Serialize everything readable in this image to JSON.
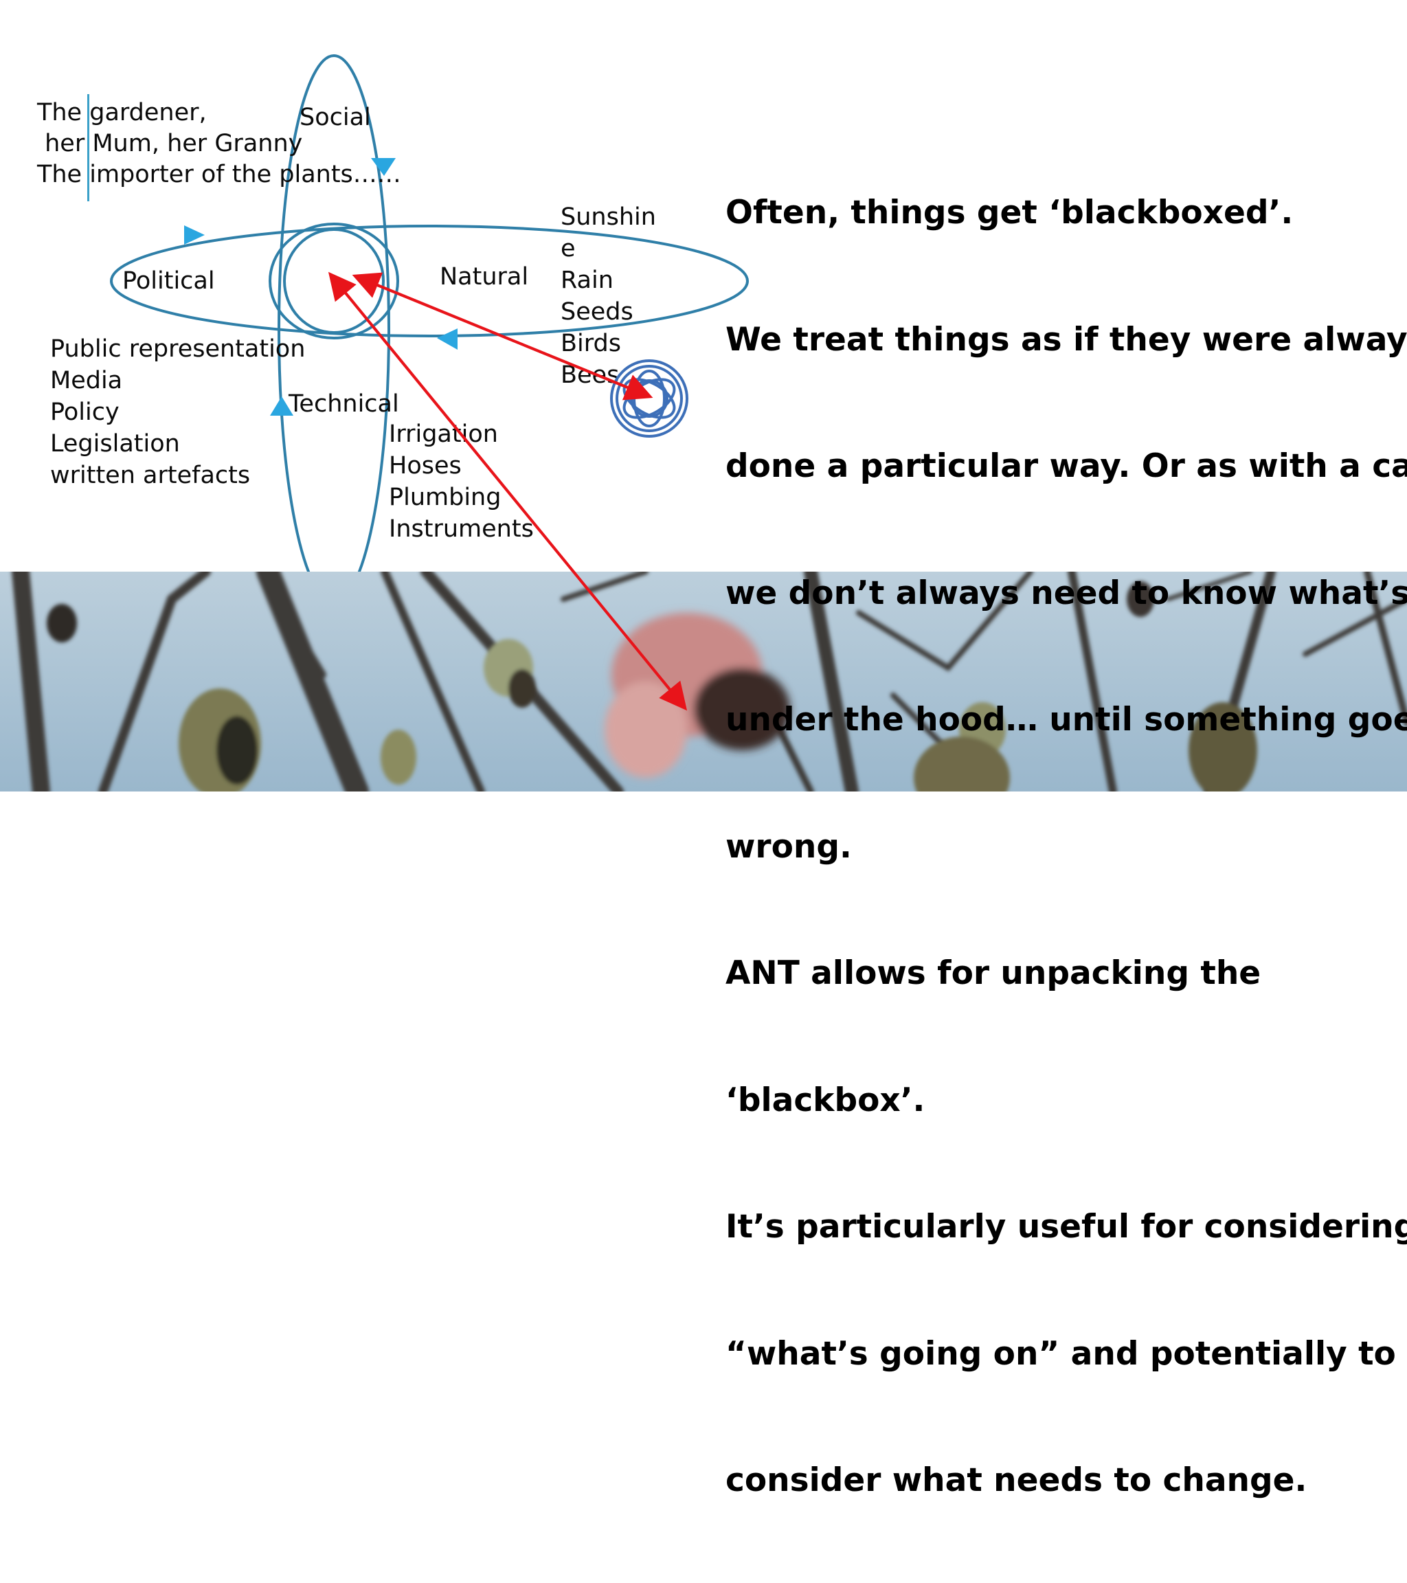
{
  "diagram": {
    "labels": {
      "social": "Social",
      "political": "Political",
      "natural": "Natural",
      "technical": "Technical"
    },
    "social_text": [
      "The gardener,",
      " her Mum, her Granny",
      "The importer of the plants……"
    ],
    "political_text": [
      "Public representation",
      "Media",
      "Policy",
      "Legislation",
      "written artefacts"
    ],
    "natural_text": [
      "Sunshin",
      "e",
      "Rain",
      "Seeds",
      "Birds",
      "Bees"
    ],
    "technical_text": [
      "Irrigation",
      "Hoses",
      "Plumbing",
      "Instruments"
    ],
    "colors": {
      "loop": "#2f7fa8",
      "arrowhead": "#2aa6e0",
      "connector": "#e8141a",
      "blackbox": "#3d6fb8"
    }
  },
  "body": {
    "lines": [
      "Often, things get ‘blackboxed’.",
      "We treat things as if they were always",
      "done a particular way. Or as with a car,",
      "we don’t always need to know what’s",
      "under the hood… until something goes",
      "wrong.",
      "ANT allows for unpacking the",
      "‘blackbox’.",
      "It’s particularly useful for considering",
      "“what’s going on” and potentially to",
      "consider what needs to change."
    ]
  },
  "photo": {
    "subject": "magnolia-bud-branches",
    "sky": "#a9c4d6"
  }
}
